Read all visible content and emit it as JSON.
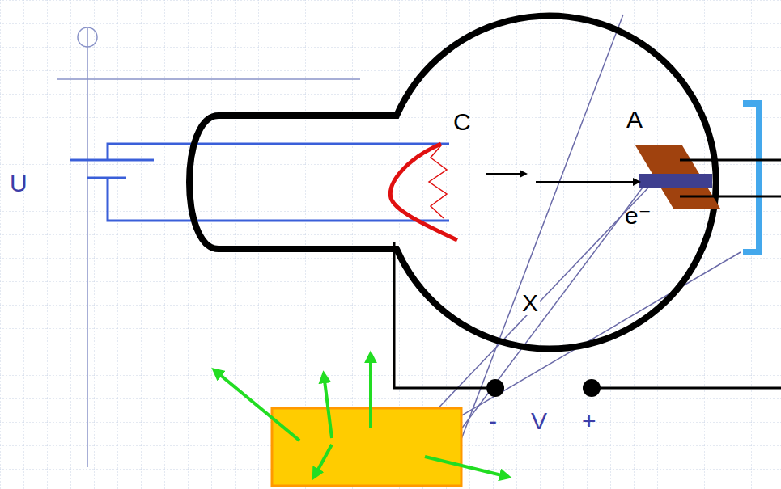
{
  "diagram": {
    "labels": [
      "U",
      "C",
      "A",
      "e⁻",
      "X",
      "-",
      "V",
      "+"
    ]
  }
}
